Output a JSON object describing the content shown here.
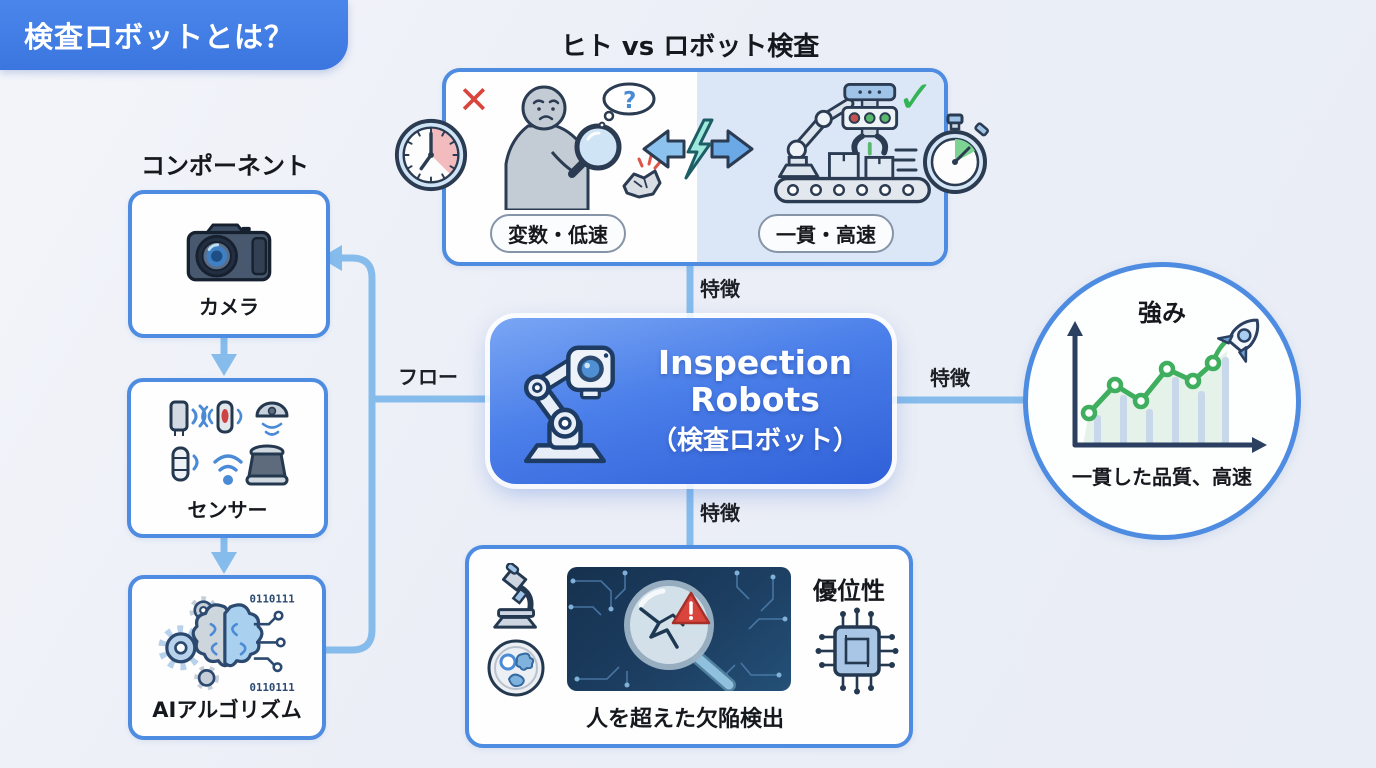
{
  "badge": {
    "label": "検査ロボットとは？"
  },
  "comparison": {
    "title": "ヒト vs ロボット検査",
    "human_mark": "✕",
    "robot_mark": "✓",
    "thought_mark": "?",
    "human_label": "変数・低速",
    "robot_label": "一貫・高速"
  },
  "components": {
    "title": "コンポーネント",
    "items": [
      {
        "label": "カメラ"
      },
      {
        "label": "センサー"
      },
      {
        "label": "AIアルゴリズム"
      }
    ],
    "ai_binary_top": "0110111",
    "ai_binary_bottom": "0110111"
  },
  "center": {
    "title_en": "Inspection Robots",
    "title_ja": "（検査ロボット）"
  },
  "connectors": {
    "flow_label": "フロー",
    "feature_top": "特徴",
    "feature_right": "特徴",
    "feature_bottom": "特徴"
  },
  "strengths": {
    "title": "強み",
    "caption": "一貫した品質、高速"
  },
  "advantage": {
    "title": "優位性",
    "caption": "人を超えた欠陥検出"
  },
  "colors": {
    "accent_blue": "#4e8ce2",
    "badge_blue": "#3c7be3",
    "line_blue": "#86bcec",
    "center_gradient_start": "#7aa6f4",
    "center_gradient_end": "#3060d8",
    "success_green": "#33b457",
    "error_red": "#d9453c",
    "chart_green": "#3fae5e"
  }
}
